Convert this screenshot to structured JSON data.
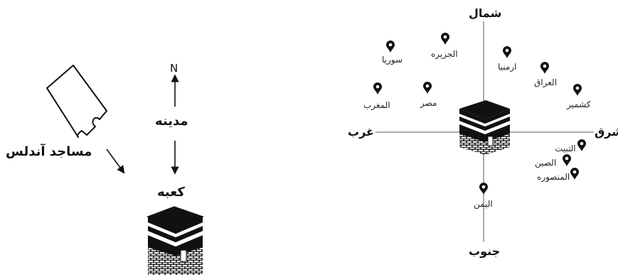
{
  "left_panel": {
    "north_letter": "N",
    "medina_label": "مدينه",
    "kaaba_label": "کعبه",
    "andalus_label": "مساجد آندلس"
  },
  "right_panel": {
    "north": "شمال",
    "south": "جنوب",
    "west": "غرب",
    "east": "شرق",
    "places": {
      "syria": "سوريا",
      "jazira": "الجزيره",
      "armenia": "ارمنيا",
      "iraq": "العراق",
      "kashmir": "كشمير",
      "maghreb": "المغرب",
      "egypt": "مصر",
      "tibet": "التبيت",
      "china": "الصين",
      "mansura": "المنصوره",
      "yemen": "اليمن"
    }
  }
}
